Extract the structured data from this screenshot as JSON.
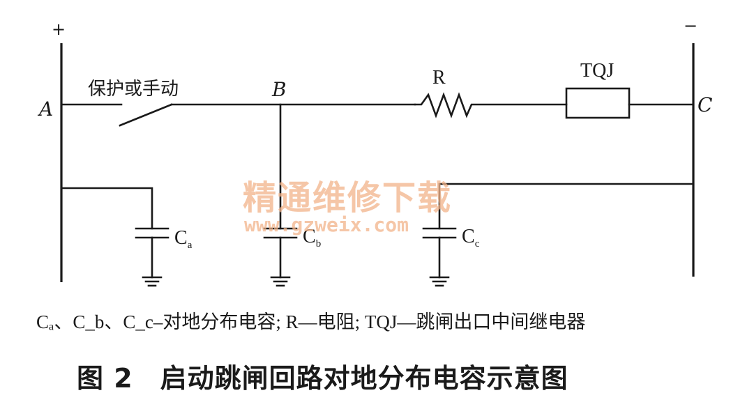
{
  "diagram": {
    "labels": {
      "plus": "+",
      "minus": "−",
      "node_a": "A",
      "node_b": "B",
      "node_c": "C",
      "switch": "保护或手动",
      "resistor": "R",
      "relay": "TQJ",
      "cap_a": "C",
      "cap_a_sub": "a",
      "cap_b": "C",
      "cap_b_sub": "b",
      "cap_c": "C",
      "cap_c_sub": "c"
    },
    "watermark": {
      "text": "精通维修下载",
      "url": "www.gzweix.com"
    }
  },
  "legend": "Cₐ、C_b、C_c–对地分布电容; R—电阻; TQJ—跳闸出口中间继电器",
  "caption": "图 2　启动跳闸回路对地分布电容示意图"
}
